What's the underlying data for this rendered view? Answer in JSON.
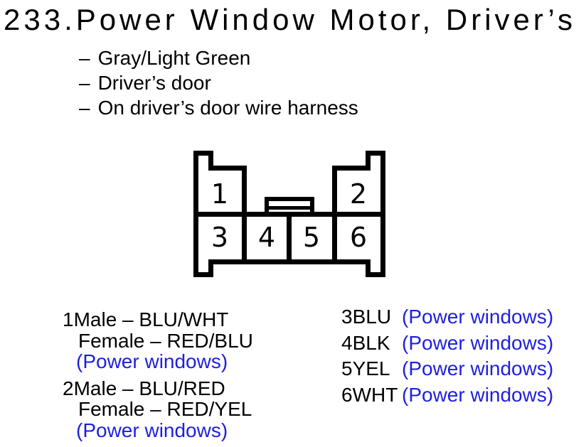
{
  "header": {
    "title": "233.Power Window Motor, Driver’s"
  },
  "notes": {
    "dash": "–",
    "items": [
      "Gray/Light Green",
      "Driver’s door",
      "On driver’s door wire harness"
    ]
  },
  "connector": {
    "pins": [
      "1",
      "2",
      "3",
      "4",
      "5",
      "6"
    ]
  },
  "legend": {
    "left": [
      {
        "pin": "1",
        "male": "Male – BLU/WHT",
        "female": "Female – RED/BLU",
        "note": "(Power windows)"
      },
      {
        "pin": "2",
        "male": "Male – BLU/RED",
        "female": "Female – RED/YEL",
        "note": "(Power windows)"
      }
    ],
    "right": [
      {
        "label": "3BLU",
        "note": "(Power windows)"
      },
      {
        "label": "4BLK",
        "note": "(Power windows)"
      },
      {
        "label": "5YEL",
        "note": "(Power windows)"
      },
      {
        "label": "6WHT",
        "note": "(Power windows)"
      }
    ]
  },
  "colors": {
    "note_blue": "#1e1ee0",
    "text": "#000000",
    "background": "#ffffff"
  }
}
